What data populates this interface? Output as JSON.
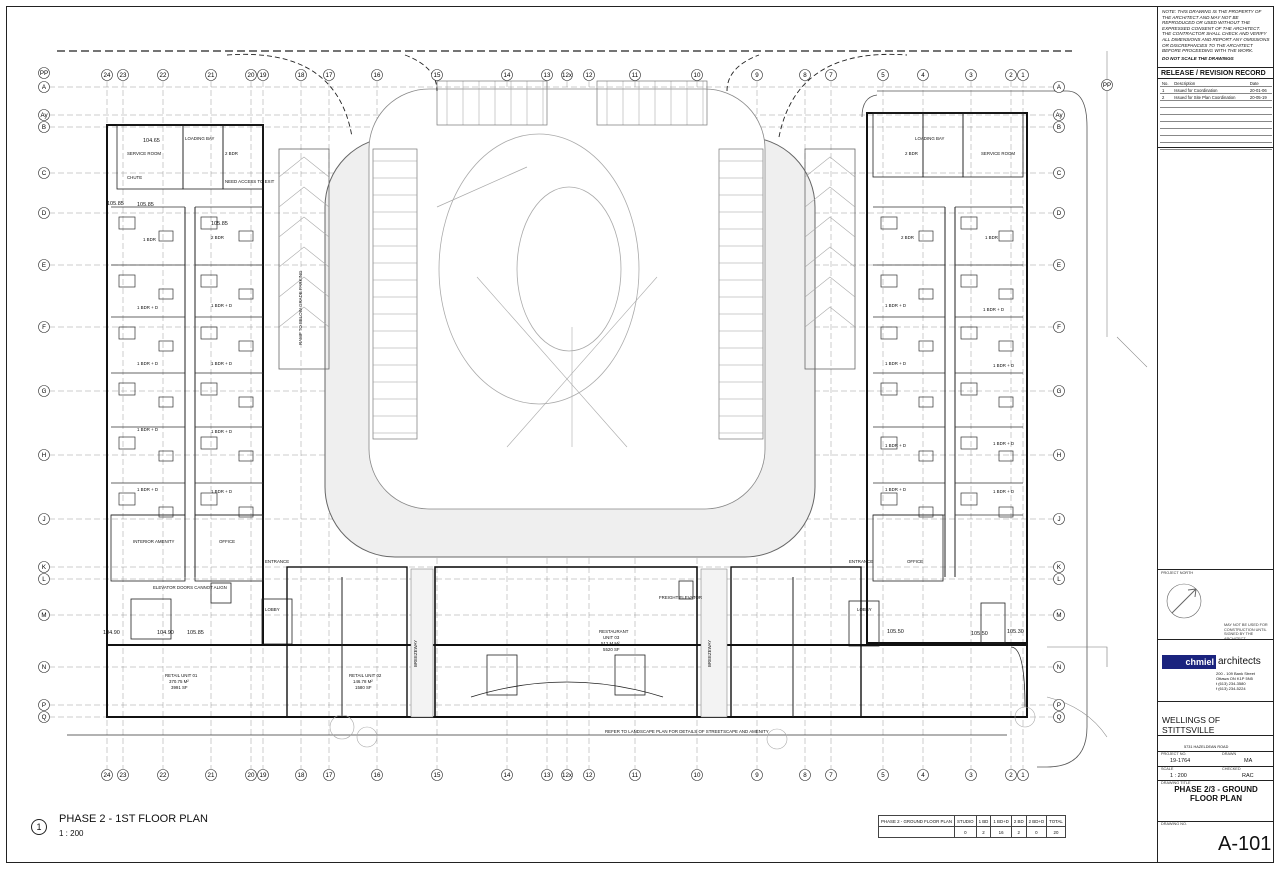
{
  "title_block": {
    "note": "NOTE: THIS DRAWING IS THE PROPERTY OF THE ARCHITECT AND MAY NOT BE REPRODUCED OR USED WITHOUT THE EXPRESSED CONSENT OF THE ARCHITECT. THE CONTRACTOR SHALL CHECK AND VERIFY ALL DIMENSIONS AND REPORT ANY OMISSIONS OR DISCREPANCIES TO THE ARCHITECT BEFORE PROCEEDING WITH THE WORK.",
    "do_not_scale": "DO NOT SCALE THE DRAWINGS",
    "revision_title": "RELEASE / REVISION RECORD",
    "revision_headers": [
      "No.",
      "Description",
      "Date"
    ],
    "revisions": [
      {
        "no": "1",
        "description": "Issued for Coordination",
        "date": "20-01-06"
      },
      {
        "no": "2",
        "description": "Issued for Site Plan Coordination",
        "date": "20-05-19"
      }
    ],
    "project_north_label": "PROJECT NORTH",
    "seal_note": "MAY NOT BE USED FOR CONSTRUCTION UNTIL SIGNED BY THE ARCHITECT",
    "firm_name_a": "chmiel",
    "firm_name_b": "architects",
    "firm_address": "200 - 109 Bank Street",
    "firm_city": "Ottawa ON K1P 5N5",
    "firm_tel": "t (613) 234-3580",
    "firm_fax": "f (613) 234-5224",
    "project_name": "WELLINGS OF STITTSVILLE",
    "project_address": "5731 HAZELDEAN ROAD",
    "project_no_label": "PROJECT NO.",
    "project_no": "19-1764",
    "drawn_label": "DRAWN",
    "drawn": "MA",
    "scale_label": "SCALE",
    "scale": "1 : 200",
    "checked_label": "CHECKED",
    "checked": "RAC",
    "drawing_title_label": "DRAWING TITLE",
    "drawing_title_1": "PHASE 2/3 - GROUND",
    "drawing_title_2": "FLOOR PLAN",
    "drawing_no_label": "DRAWING NO.",
    "drawing_no": "A-101"
  },
  "drawing": {
    "view_number": "1",
    "view_title": "PHASE 2 - 1ST FLOOR PLAN",
    "view_scale": "1 : 200",
    "grid_cols": [
      "24",
      "23",
      "22",
      "21",
      "20",
      "19",
      "18",
      "17",
      "16",
      "15",
      "14",
      "13",
      "12x",
      "12",
      "11",
      "10",
      "9",
      "8",
      "7",
      "5",
      "4",
      "3",
      "2",
      "1"
    ],
    "grid_rows": [
      "A",
      "Ay",
      "B",
      "C",
      "D",
      "E",
      "F",
      "G",
      "H",
      "J",
      "K",
      "L",
      "M",
      "N",
      "P",
      "Q"
    ],
    "grid_extra": "PP",
    "rooms": {
      "service_room_l": "SERVICE ROOM",
      "service_room_l_elev": "104.65",
      "loading_bay_l": "LOADING BAY",
      "chute": "CHUTE",
      "need_access": "NEED ACCESS TO EXIT",
      "elev_10585_a": "105.85",
      "elev_10585_b": "105.85",
      "elev_10585_c": "105.85",
      "one_bdr": "1 BDR",
      "two_bdr": "2 BDR",
      "one_bdr_d": "1 BDR + D",
      "interior_amenity": "INTERIOR AMENITY",
      "office": "OFFICE",
      "entrance": "ENTRANCE",
      "lobby": "LOBBY",
      "elevator_note": "ELEVATOR DOORS CANNOT ALIGN",
      "elev_10490_a": "104.90",
      "elev_10490_b": "104.90",
      "retail_01": "RETAIL UNIT 01",
      "retail_01_m2": "370.75 M²",
      "retail_01_sf": "3991 SF",
      "retail_02": "RETAIL UNIT 02",
      "retail_02_m2": "146.78 M²",
      "retail_02_sf": "1580 SF",
      "breezeway": "BREEZEWAY",
      "restaurant": "RESTAURANT",
      "restaurant_unit": "UNIT 03",
      "restaurant_m2": "512 M.M²",
      "restaurant_sf": "5520 SF",
      "freight_elevator": "FREIGHT ELEVATOR",
      "landscape_note": "REFER TO LANDSCAPE PLAN FOR DETAILS OF STREETSCAPE AND AMENITY",
      "ramp_note": "RAMP TO BELOW GRADE PARKING",
      "loading_bay_r": "LOADING BAY",
      "service_room_r": "SERVICE ROOM",
      "elev_10550_a": "105.50",
      "elev_10550_b": "105.50",
      "elev_10530": "105.30"
    }
  },
  "unit_table": {
    "headers": [
      "PHASE 2 - GROUND FLOOR PLAN",
      "STUDIO",
      "1 BD",
      "1 BD+D",
      "2 BD",
      "2 BD+D",
      "TOTAL"
    ],
    "row": [
      "",
      "0",
      "2",
      "16",
      "2",
      "0",
      "20"
    ]
  }
}
